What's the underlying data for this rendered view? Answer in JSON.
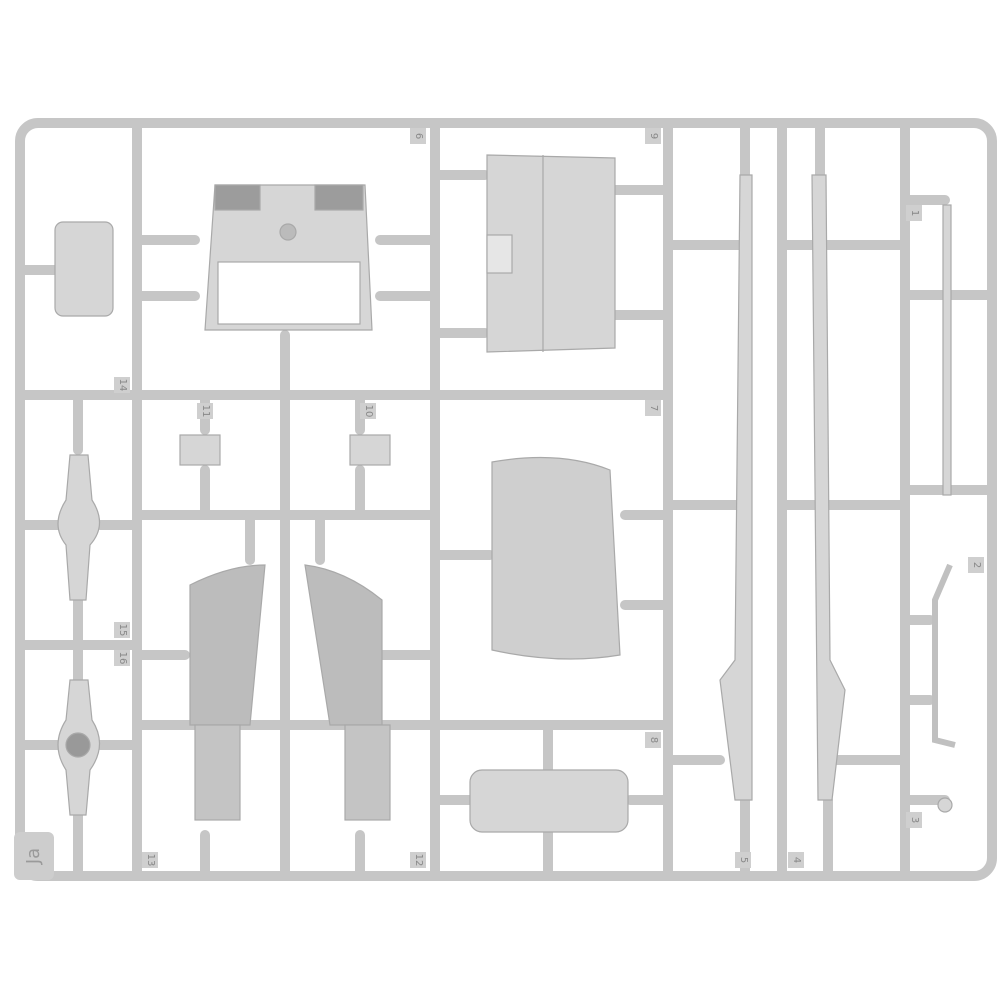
{
  "logo_text": "Ja",
  "part_numbers": {
    "p1": "1",
    "p2": "2",
    "p3": "3",
    "p4": "4",
    "p5": "5",
    "p6": "6",
    "p7": "7",
    "p8": "8",
    "p9": "9",
    "p10": "10",
    "p11": "11",
    "p12": "12",
    "p13": "13",
    "p14": "14",
    "p15": "15",
    "p16": "16"
  },
  "colors": {
    "plastic": "#d4d4d4",
    "runner": "#c8c8c8",
    "shadow": "#a8a8a8"
  }
}
